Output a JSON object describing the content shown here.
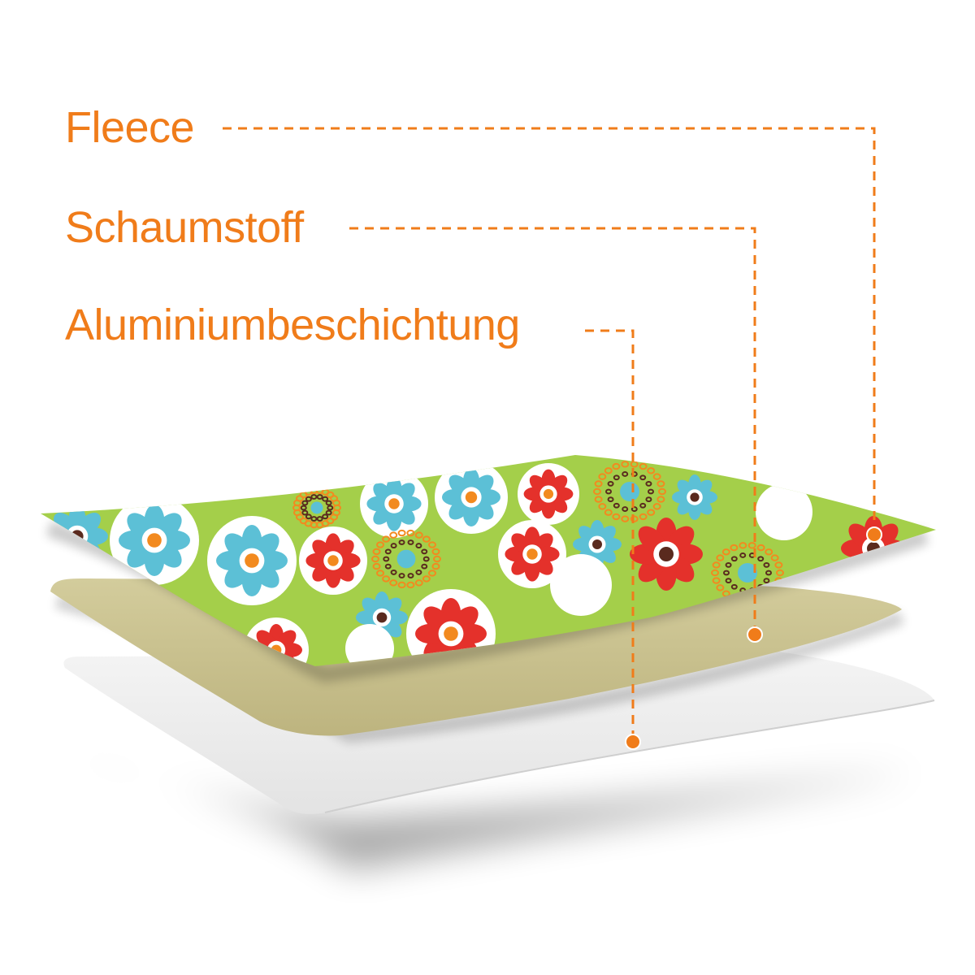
{
  "labels": {
    "fleece": "Fleece",
    "foam": "Schaumstoff",
    "aluminium": "Aluminiumbeschichtung"
  },
  "colors": {
    "accent": "#f07c1a",
    "fleece_base": "#a4cf4a",
    "foam": "#c8c08e",
    "aluminium": "#eeeeee",
    "flower_red": "#e4312b",
    "flower_blue": "#5cc0d6",
    "flower_brown": "#5a2a1e",
    "flower_orange": "#f28a1f",
    "flower_white": "#ffffff"
  },
  "icons": {
    "callout_marker": "orange-dot"
  }
}
